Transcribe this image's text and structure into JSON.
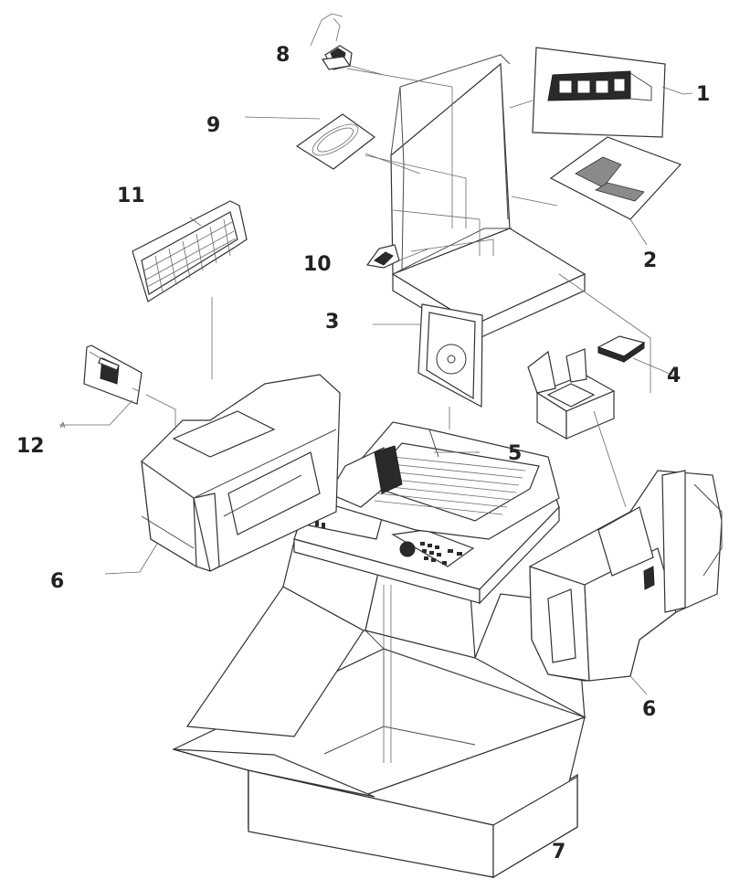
{
  "diagram": {
    "callouts": [
      "1",
      "2",
      "3",
      "4",
      "5",
      "6",
      "6",
      "7",
      "8",
      "9",
      "10",
      "11",
      "12"
    ],
    "minor_marks": [
      "A"
    ]
  },
  "colors": {
    "line": "#4a4a4a",
    "ink": "#222222",
    "background": "#ffffff"
  }
}
